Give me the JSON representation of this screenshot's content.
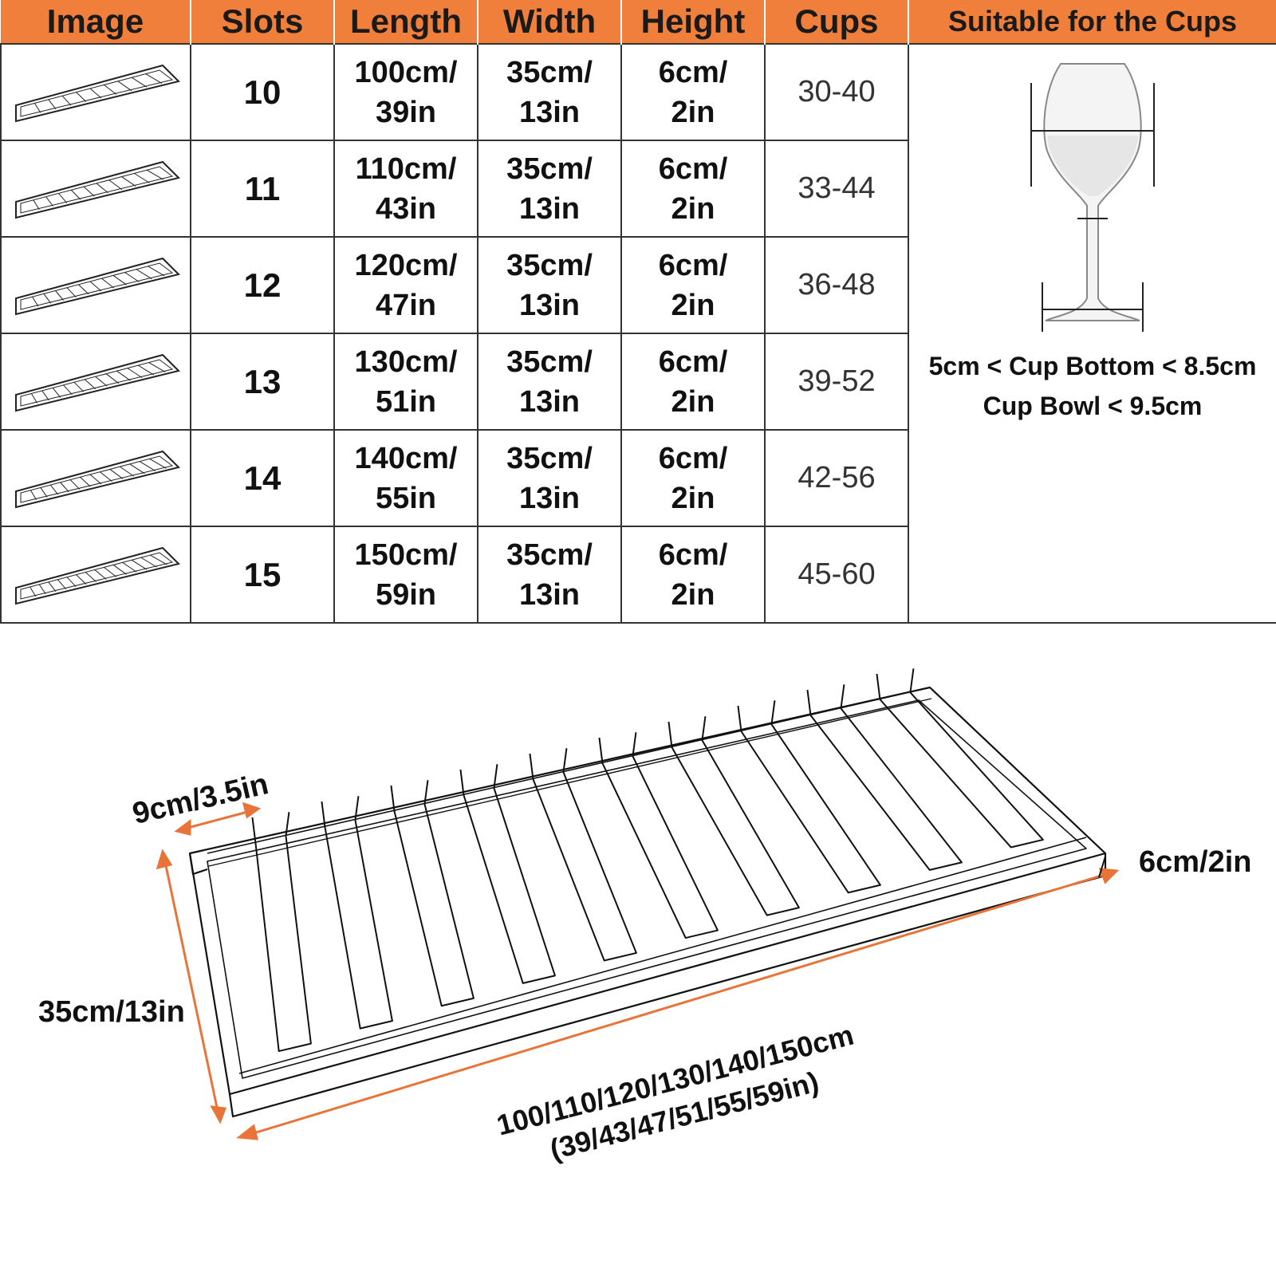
{
  "colors": {
    "header_bg": "#f07f3c",
    "arrow": "#e8743a",
    "line": "#111111"
  },
  "table": {
    "headers": {
      "image": "Image",
      "slots": "Slots",
      "length": "Length",
      "width": "Width",
      "height": "Height",
      "cups": "Cups",
      "suitable": "Suitable for the Cups"
    },
    "rows": [
      {
        "slots": "10",
        "length": [
          "100cm/",
          "39in"
        ],
        "width": [
          "35cm/",
          "13in"
        ],
        "height": [
          "6cm/",
          "2in"
        ],
        "cups": "30-40"
      },
      {
        "slots": "11",
        "length": [
          "110cm/",
          "43in"
        ],
        "width": [
          "35cm/",
          "13in"
        ],
        "height": [
          "6cm/",
          "2in"
        ],
        "cups": "33-44"
      },
      {
        "slots": "12",
        "length": [
          "120cm/",
          "47in"
        ],
        "width": [
          "35cm/",
          "13in"
        ],
        "height": [
          "6cm/",
          "2in"
        ],
        "cups": "36-48"
      },
      {
        "slots": "13",
        "length": [
          "130cm/",
          "51in"
        ],
        "width": [
          "35cm/",
          "13in"
        ],
        "height": [
          "6cm/",
          "2in"
        ],
        "cups": "39-52"
      },
      {
        "slots": "14",
        "length": [
          "140cm/",
          "55in"
        ],
        "width": [
          "35cm/",
          "13in"
        ],
        "height": [
          "6cm/",
          "2in"
        ],
        "cups": "42-56"
      },
      {
        "slots": "15",
        "length": [
          "150cm/",
          "59in"
        ],
        "width": [
          "35cm/",
          "13in"
        ],
        "height": [
          "6cm/",
          "2in"
        ],
        "cups": "45-60"
      }
    ],
    "suitable": {
      "line1": "5cm < Cup Bottom < 8.5cm",
      "line2": "Cup Bowl < 9.5cm"
    }
  },
  "diagram": {
    "depth": "9cm/3.5in",
    "width": "35cm/13in",
    "height": "6cm/2in",
    "length_line1": "100/110/120/130/140/150cm",
    "length_line2": "(39/43/47/51/55/59in)"
  }
}
